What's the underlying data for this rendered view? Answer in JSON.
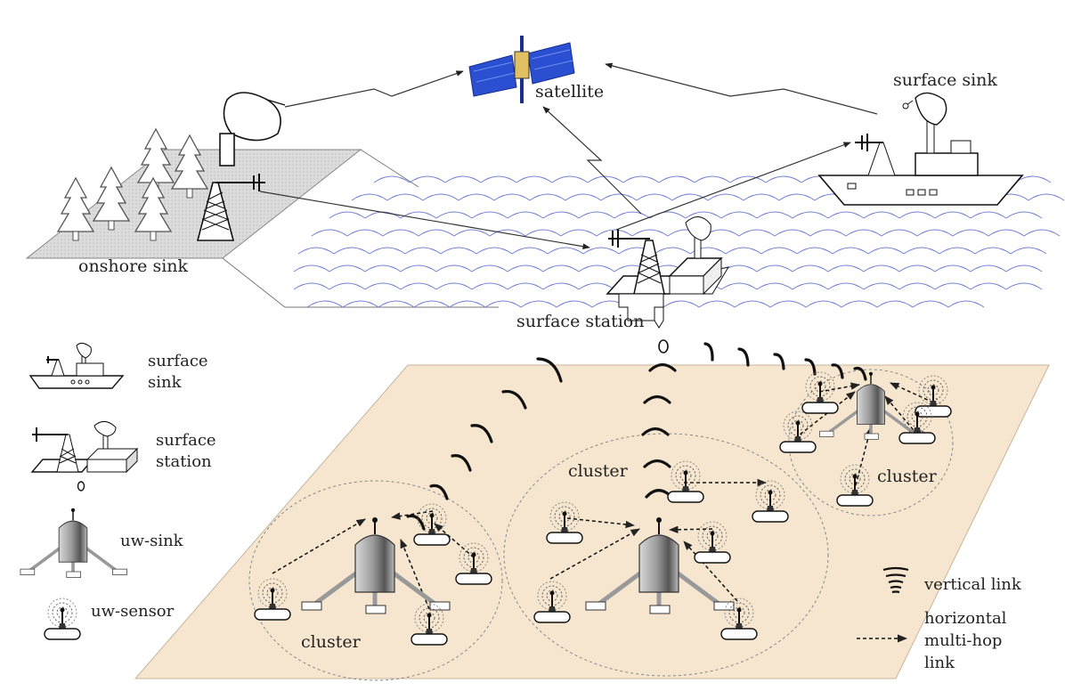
{
  "colors": {
    "background": "#ffffff",
    "seabed": "#f6e6cf",
    "land": "#e2e2e2",
    "waves": "#6f7fd8",
    "satellite_panel": "#2a4fd0",
    "line": "#222222"
  },
  "labels": {
    "satellite": "satellite",
    "surface_sink": "surface sink",
    "onshore_sink": "onshore sink",
    "surface_station": "surface station",
    "cluster": "cluster"
  },
  "legend": {
    "surface_sink": [
      "surface",
      "sink"
    ],
    "surface_station": [
      "surface",
      "station"
    ],
    "uw_sink": "uw-sink",
    "uw_sensor": "uw-sensor",
    "vertical_link": "vertical link",
    "horizontal_link": [
      "horizontal",
      "multi-hop",
      "link"
    ]
  },
  "icons": {
    "satellite": "satellite-icon",
    "ship": "ship-icon",
    "dish": "dish-antenna-icon",
    "tower": "radio-tower-icon",
    "tree": "pine-tree-icon",
    "buoy": "buoy-station-icon",
    "uw_sink": "uw-sink-icon",
    "uw_sensor": "uw-sensor-icon"
  }
}
